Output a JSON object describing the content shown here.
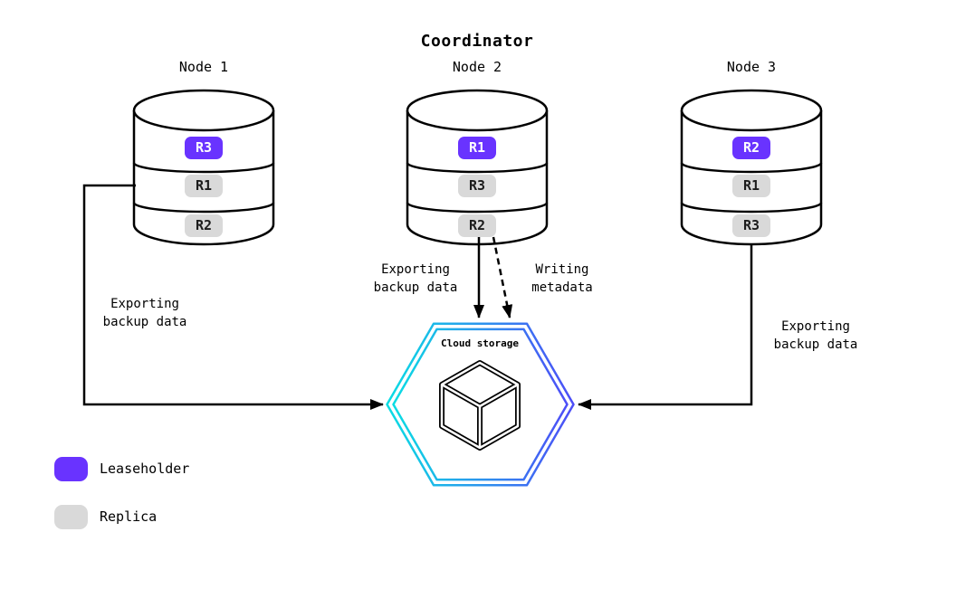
{
  "title": "Coordinator",
  "nodes": [
    {
      "label": "Node 1",
      "replicas": [
        {
          "label": "R3",
          "role": "leaseholder"
        },
        {
          "label": "R1",
          "role": "replica"
        },
        {
          "label": "R2",
          "role": "replica"
        }
      ]
    },
    {
      "label": "Node 2",
      "replicas": [
        {
          "label": "R1",
          "role": "leaseholder"
        },
        {
          "label": "R3",
          "role": "replica"
        },
        {
          "label": "R2",
          "role": "replica"
        }
      ]
    },
    {
      "label": "Node 3",
      "replicas": [
        {
          "label": "R2",
          "role": "leaseholder"
        },
        {
          "label": "R1",
          "role": "replica"
        },
        {
          "label": "R3",
          "role": "replica"
        }
      ]
    }
  ],
  "cloud_storage": {
    "label": "Cloud storage"
  },
  "edge_labels": {
    "node1_export": "Exporting\nbackup data",
    "node2_export": "Exporting\nbackup data",
    "node2_metadata": "Writing\nmetadata",
    "node3_export": "Exporting\nbackup data"
  },
  "legend": {
    "items": [
      {
        "label": "Leaseholder",
        "color": "#6933FF"
      },
      {
        "label": "Replica",
        "color": "#D9D9D9"
      }
    ]
  },
  "colors": {
    "leaseholder": "#6933FF",
    "replica": "#D9D9D9",
    "line": "#000000",
    "hexagon_gradient_start": "#0ADDE3",
    "hexagon_gradient_end": "#4D4DF7"
  }
}
